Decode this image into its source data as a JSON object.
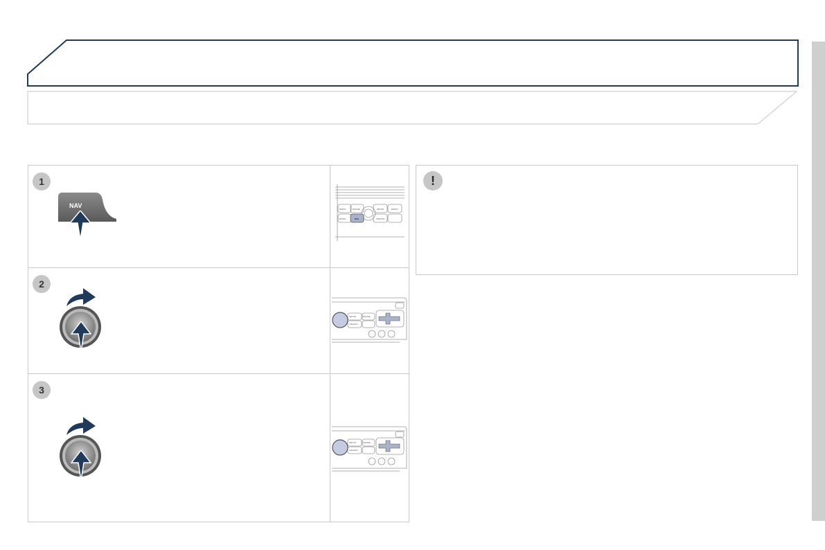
{
  "header": {
    "title": "",
    "subtitle": ""
  },
  "steps": [
    {
      "number": "1",
      "button_label": "NAV",
      "panel_buttons": [
        "RADIO",
        "PHONE",
        "SETUP",
        "RADIO",
        "MUSIC",
        "NAV",
        "TRAFFIC"
      ]
    },
    {
      "number": "2",
      "panel_buttons": [
        "SETUP",
        "PHONE",
        "TRAFFIC"
      ]
    },
    {
      "number": "3",
      "panel_buttons": [
        "SETUP",
        "PHONE",
        "TRAFFIC"
      ]
    }
  ],
  "warning": {
    "symbol": "!"
  },
  "colors": {
    "accent": "#1f3a5a",
    "arrow": "#1f3a5a",
    "badge": "#c6c6c6",
    "border": "#c9c9c9",
    "sidebar": "#cfcfcf"
  }
}
